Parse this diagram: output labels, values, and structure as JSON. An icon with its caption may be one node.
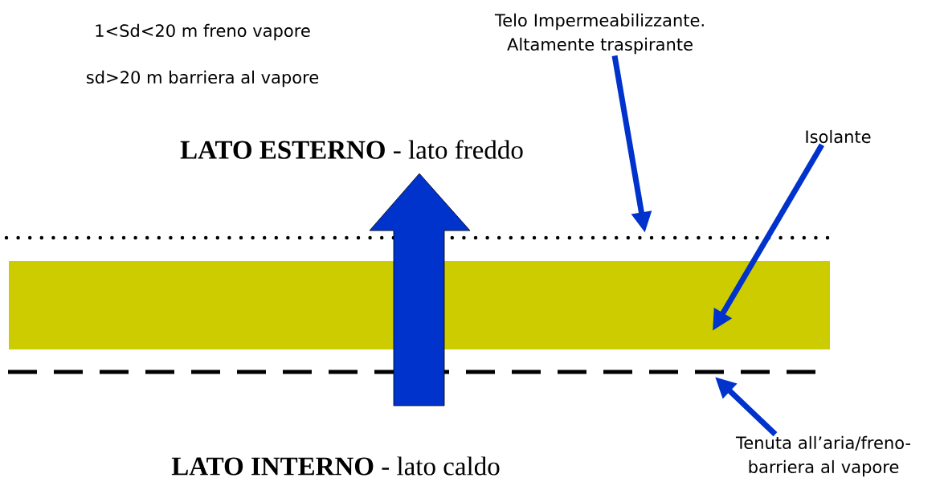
{
  "diagram": {
    "nodes": [
      {
        "text": [
          "Telo Impermeabilizzante. Altamente traspirante"
        ]
      },
      {
        "text": [],
        "shape": "line"
      },
      {
        "text": [
          "Isolante"
        ]
      },
      {
        "text": [],
        "shape": "bar"
      },
      {
        "text": [
          "Tenuta all’aria/freno-barriera al vapore"
        ]
      },
      {
        "text": [],
        "shape": "line"
      }
    ],
    "edges": [
      {
        "from": 0,
        "to": 1,
        "arrow": "to"
      },
      {
        "from": 2,
        "to": 3,
        "arrow": "to"
      },
      {
        "from": 4,
        "to": 5,
        "arrow": "to"
      }
    ],
    "labels": [
      "1<Sd<20 m freno vapore",
      "sd>20 m barriera al vapore",
      "**LATO ESTERNO** - lato freddo",
      "**LATO INTERNO** - lato caldo"
    ]
  }
}
